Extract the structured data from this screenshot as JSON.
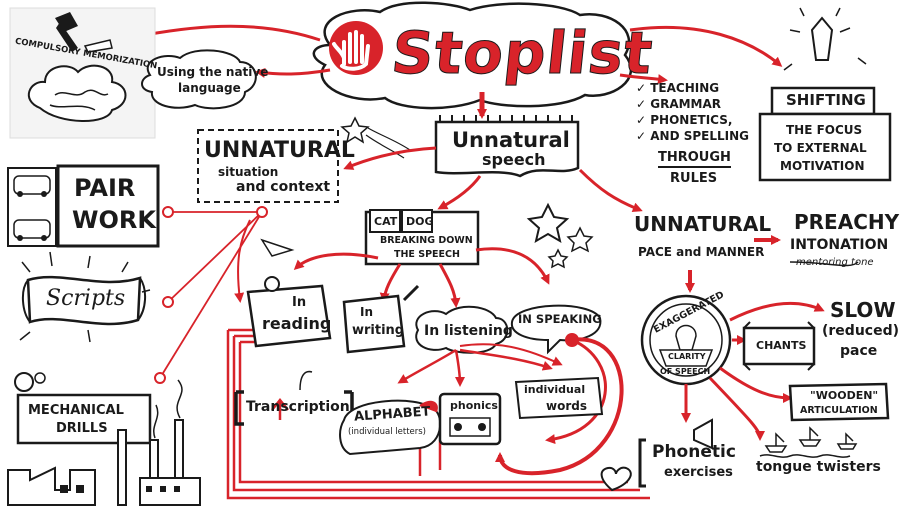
{
  "title": "Stoplist",
  "central": {
    "line1": "Unnatural",
    "line2": "speech"
  },
  "native_language": {
    "line1": "Using the native",
    "line2": "language"
  },
  "compulsory": "COMPULSORY MEMORIZATION",
  "unnatural_situation": {
    "title": "UNNATURAL",
    "line2": "situation",
    "line3": "and context"
  },
  "pair_work": {
    "line1": "PAIR",
    "line2": "WORK"
  },
  "scripts": "Scripts",
  "mechanical": {
    "line1": "MECHANICAL",
    "line2": "DRILLS"
  },
  "rules_list": {
    "items": [
      "TEACHING",
      "GRAMMAR",
      "PHONETICS,",
      "AND SPELLING"
    ],
    "through": "THROUGH",
    "rules": "RULES"
  },
  "shifting": {
    "title": "SHIFTING",
    "line1": "THE FOCUS",
    "line2": "TO EXTERNAL",
    "line3": "MOTIVATION"
  },
  "breaking": {
    "cat": "CAT",
    "dog": "DOG",
    "line1": "BREAKING DOWN",
    "line2": "THE SPEECH"
  },
  "in_reading": {
    "line1": "In",
    "line2": "reading"
  },
  "in_writing": {
    "line1": "In",
    "line2": "writing"
  },
  "in_listening": "In listening",
  "in_speaking": "IN SPEAKING",
  "transcription": "Transcription",
  "alphabet": {
    "title": "ALPHABET",
    "sub": "(individual letters)"
  },
  "phonics": "phonics",
  "individual_words": {
    "line1": "individual",
    "line2": "words"
  },
  "unnatural_pace": {
    "line1": "UNNATURAL",
    "line2": "PACE and MANNER"
  },
  "preachy": {
    "line1": "PREACHY",
    "line2": "INTONATION",
    "sub": "mentoring tone"
  },
  "exaggerated": {
    "top": "EXAGGERATED",
    "mid": "CLARITY",
    "bottom": "OF SPEECH"
  },
  "chants": "CHANTS",
  "slow": {
    "line1": "SLOW",
    "line2": "(reduced)",
    "line3": "pace"
  },
  "wooden": {
    "line1": "\"WOODEN\"",
    "line2": "ARTICULATION"
  },
  "phonetic": {
    "line1": "Phonetic",
    "line2": "exercises"
  },
  "tongue_twisters": "tongue twisters",
  "colors": {
    "accent": "#d8232a",
    "ink": "#1a1a1a"
  }
}
